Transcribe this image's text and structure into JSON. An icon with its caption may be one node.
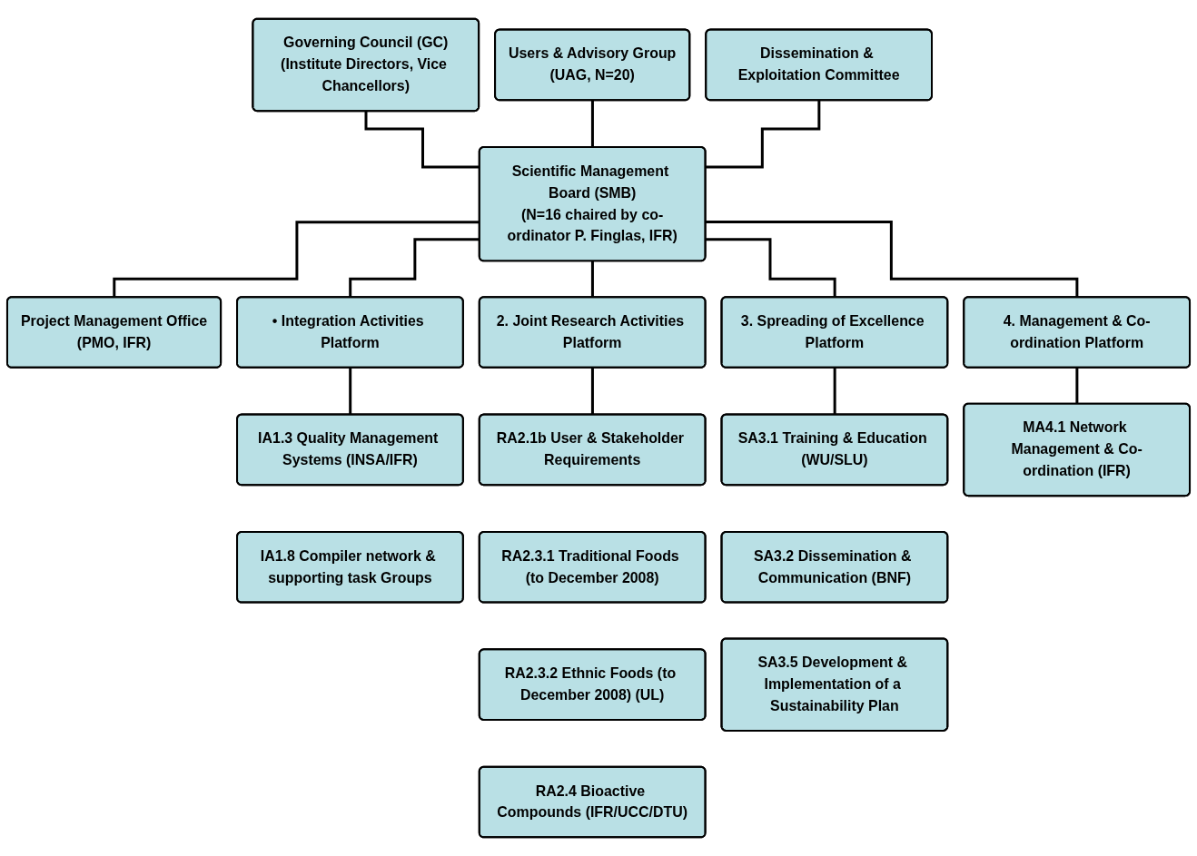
{
  "diagram": {
    "nodes": [
      {
        "text": [
          "Governing Council (GC)",
          "(Institute Directors, Vice Chancellors)"
        ]
      },
      {
        "text": [
          "Users & Advisory Group",
          "(UAG, N=20)"
        ]
      },
      {
        "text": [
          "Scientific Management Board (SMB)",
          "(N=16 chaired by co-ordinator P. Finglas, IFR)"
        ]
      },
      {
        "text": [
          "Project Management Office",
          "(PMO, IFR)"
        ]
      },
      {
        "text": [
          "Dissemination & Exploitation Committee"
        ]
      },
      {
        "text": [
          "• Integration Activities Platform"
        ]
      },
      {
        "text": [
          "2. Joint Research Activities Platform"
        ]
      },
      {
        "text": [
          "3. Spreading of Excellence Platform"
        ]
      },
      {
        "text": [
          "4. Management & Co-ordination Platform"
        ]
      },
      {
        "text": [
          "IA1.3 Quality Management Systems (INSA/IFR)"
        ]
      },
      {
        "text": [
          "IA1.8 Compiler network & supporting task Groups"
        ]
      },
      {
        "text": [
          "RA2.1b User & Stakeholder Requirements"
        ]
      },
      {
        "text": [
          "RA2.3.1 Traditional Foods (to December 2008)"
        ]
      },
      {
        "text": [
          "RA2.3.2 Ethnic Foods (to December 2008) (UL)"
        ]
      },
      {
        "text": [
          "RA2.4 Bioactive Compounds (IFR/UCC/DTU)"
        ]
      },
      {
        "text": [
          "SA3.1 Training & Education (WU/SLU)"
        ]
      },
      {
        "text": [
          "SA3.2 Dissemination & Communication (BNF)"
        ]
      },
      {
        "text": [
          "SA3.5 Development & Implementation of a Sustainability Plan"
        ]
      },
      {
        "text": [
          "MA4.1 Network Management & Co-ordination (IFR)"
        ]
      }
    ],
    "edges": [
      {
        "from": 0,
        "to": 2,
        "arrow": "none"
      },
      {
        "from": 1,
        "to": 2,
        "arrow": "none"
      },
      {
        "from": 2,
        "to": 3,
        "arrow": "none"
      },
      {
        "from": 4,
        "to": 2,
        "arrow": "none"
      },
      {
        "from": 2,
        "to": 5,
        "arrow": "none"
      },
      {
        "from": 2,
        "to": 6,
        "arrow": "none"
      },
      {
        "from": 2,
        "to": 7,
        "arrow": "none"
      },
      {
        "from": 2,
        "to": 8,
        "arrow": "none"
      },
      {
        "from": 5,
        "to": 9,
        "arrow": "none"
      },
      {
        "from": 6,
        "to": 11,
        "arrow": "none"
      },
      {
        "from": 7,
        "to": 15,
        "arrow": "none"
      },
      {
        "from": 8,
        "to": 18,
        "arrow": "none"
      }
    ]
  }
}
